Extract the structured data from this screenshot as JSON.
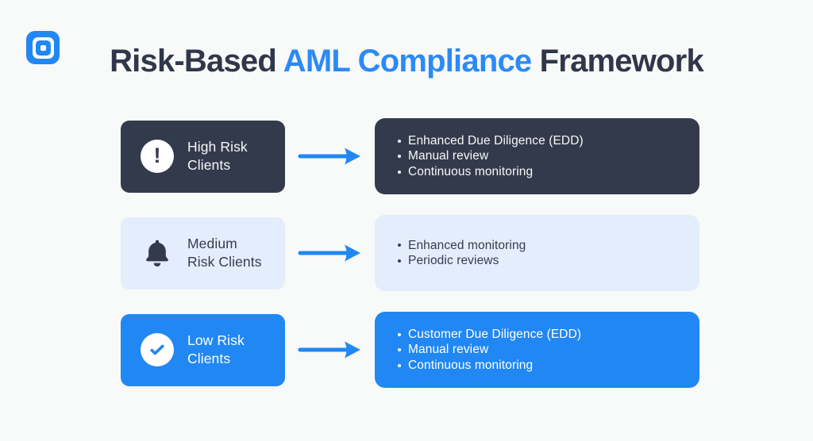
{
  "colors": {
    "accent_blue": "#2187f3",
    "dark_navy": "#333a4b",
    "light_blue": "#e4edfb",
    "background": "#f8f9f9"
  },
  "header": {
    "logo_icon": "square-logo-icon",
    "title": {
      "prefix": "Risk-Based ",
      "accent": "AML Compliance",
      "suffix": " Framework"
    }
  },
  "rows": [
    {
      "id": "high-risk",
      "theme": "dark",
      "icon": "exclamation-circle-icon",
      "icon_glyph": "!",
      "label_lines": [
        "High Risk",
        "Clients"
      ],
      "items": [
        "Enhanced Due Diligence (EDD)",
        "Manual review",
        "Continuous monitoring"
      ]
    },
    {
      "id": "medium-risk",
      "theme": "light",
      "icon": "bell-icon",
      "label_lines": [
        "Medium",
        "Risk Clients"
      ],
      "items": [
        "Enhanced monitoring",
        "Periodic reviews"
      ]
    },
    {
      "id": "low-risk",
      "theme": "blue",
      "icon": "check-circle-icon",
      "label_lines": [
        "Low Risk",
        "Clients"
      ],
      "items": [
        "Customer Due Diligence (EDD)",
        "Manual review",
        "Continuous monitoring"
      ]
    }
  ]
}
